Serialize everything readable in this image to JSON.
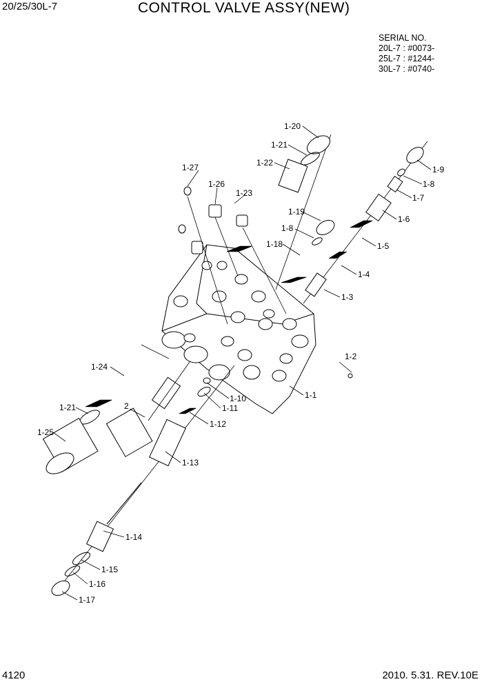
{
  "header": {
    "model": "20/25/30L-7",
    "title": "CONTROL VALVE ASSY(NEW)"
  },
  "serial": {
    "heading": "SERIAL NO.",
    "lines": [
      "20L-7 : #0073-",
      "25L-7 : #1244-",
      "30L-7 : #0740-"
    ]
  },
  "footer": {
    "page": "4120",
    "revision": "2010. 5.31.  REV.10E"
  },
  "labels": {
    "p1": "1-1",
    "p2": "1-2",
    "p3": "1-3",
    "p4": "1-4",
    "p5": "1-5",
    "p6": "1-6",
    "p7": "1-7",
    "p8a": "1-8",
    "p9": "1-9",
    "p10": "1-10",
    "p11": "1-11",
    "p12": "1-12",
    "p13": "1-13",
    "p14": "1-14",
    "p15": "1-15",
    "p16": "1-16",
    "p17": "1-17",
    "p18": "1-18",
    "p19": "1-19",
    "p8b": "1-8",
    "p20": "1-20",
    "p21a": "1-21",
    "p22": "1-22",
    "p23": "1-23",
    "p24": "1-24",
    "p21b": "1-21",
    "p25": "1-25",
    "p26": "1-26",
    "p27": "1-27",
    "two": "2"
  }
}
